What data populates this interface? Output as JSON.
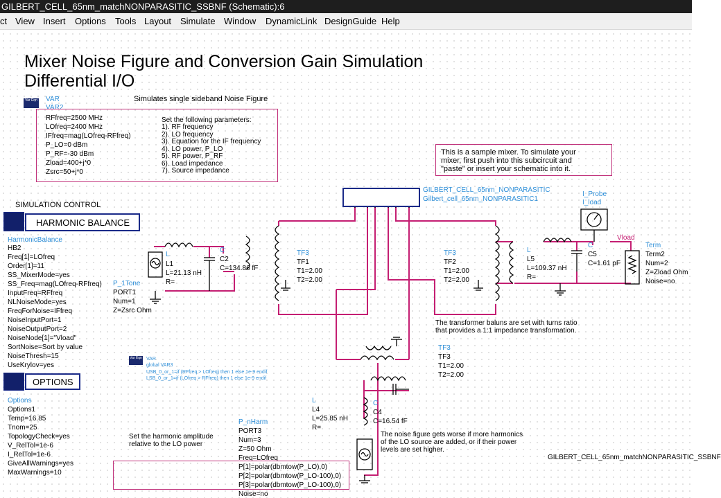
{
  "window": {
    "title": "GILBERT_CELL_65nm_matchNONPARASITIC_SSBNF (Schematic):6"
  },
  "menu": [
    "ct",
    "View",
    "Insert",
    "Options",
    "Tools",
    "Layout",
    "Simulate",
    "Window",
    "DynamicLink",
    "DesignGuide",
    "Help"
  ],
  "heading": {
    "line1": "Mixer Noise Figure and Conversion Gain Simulation",
    "line2": "Differential I/O"
  },
  "subtitle": "Simulates single sideband Noise Figure",
  "var_block": {
    "badge": "Var Eqn",
    "type": "VAR",
    "name": "VAR2",
    "params": [
      "RFfreq=2500 MHz",
      "LOfreq=2400 MHz",
      "IFfreq=mag(LOfreq-RFfreq)",
      "P_LO=0  dBm",
      "P_RF=-30  dBm",
      "Zload=400+j*0",
      "Zsrc=50+j*0"
    ]
  },
  "param_notes": [
    "Set the following parameters:",
    "1).  RF frequency",
    "2).  LO frequency",
    "3).  Equation for the IF frequency",
    "4).  LO power, P_LO",
    "5).  RF power, P_RF",
    "6).  Load impedance",
    "7).  Source impedance"
  ],
  "sample_note": [
    "This is a sample mixer.  To simulate your",
    "mixer, first push into this subcircuit and",
    "\"paste\" or insert your schematic into it."
  ],
  "sim_control": {
    "label": "SIMULATION CONTROL",
    "hb_button": "HARMONIC BALANCE",
    "options_button": "OPTIONS"
  },
  "hb_block": {
    "type": "HarmonicBalance",
    "name": "HB2",
    "params": [
      "Freq[1]=LOfreq",
      "Order[1]=11",
      "SS_MixerMode=yes",
      "SS_Freq=mag(LOfreq-RFfreq)",
      "InputFreq=RFfreq",
      "NLNoiseMode=yes",
      "FreqForNoise=IFfreq",
      "NoiseInputPort=1",
      "NoiseOutputPort=2",
      "NoiseNode[1]=\"Vload\"",
      "SortNoise=Sort by value",
      "NoiseThresh=15",
      "UseKrylov=yes"
    ]
  },
  "options_block": {
    "type": "Options",
    "name": "Options1",
    "params": [
      "Temp=16.85",
      "Tnom=25",
      "TopologyCheck=yes",
      "V_RelTol=1e-6",
      "I_RelTol=1e-6",
      "GiveAllWarnings=yes",
      "MaxWarnings=10"
    ]
  },
  "global_var": {
    "badge": "Var Eqn",
    "type": "VAR",
    "name": "global VAR3",
    "params": [
      "USB_0_or_1=if (RFfreq > LOfreq) then 1 else 1e-9 endif",
      "LSB_0_or_1=if (LOfreq > RFfreq) then 1 else 1e-9 endif"
    ]
  },
  "subcircuit": {
    "name": "GILBERT_CELL_65nm_NONPARASITIC",
    "instance": "Gilbert_cell_65nm_NONPARASITIC1"
  },
  "probe": {
    "type": "I_Probe",
    "name": "I_load"
  },
  "vload_label": "Vload",
  "port1": {
    "type": "P_1Tone",
    "name": "PORT1",
    "params": [
      "Num=1",
      "Z=Zsrc Ohm"
    ]
  },
  "L1": {
    "type": "L",
    "name": "L1",
    "params": [
      "L=21.13 nH",
      "R="
    ]
  },
  "C2": {
    "type": "C",
    "name": "C2",
    "params": [
      "C=134.86 fF"
    ]
  },
  "TF1": {
    "type": "TF3",
    "name": "TF1",
    "params": [
      "T1=2.00",
      "T2=2.00"
    ]
  },
  "TF2": {
    "type": "TF3",
    "name": "TF2",
    "params": [
      "T1=2.00",
      "T2=2.00"
    ]
  },
  "TF3": {
    "type": "TF3",
    "name": "TF3",
    "params": [
      "T1=2.00",
      "T2=2.00"
    ]
  },
  "L5": {
    "type": "L",
    "name": "L5",
    "params": [
      "L=109.37 nH",
      "R="
    ]
  },
  "C5": {
    "type": "C",
    "name": "C5",
    "params": [
      "C=1.61 pF"
    ]
  },
  "term2": {
    "type": "Term",
    "name": "Term2",
    "params": [
      "Num=2",
      "Z=Zload Ohm",
      "Noise=no"
    ]
  },
  "balun_note": [
    "The transformer baluns are set with turns ratio",
    "that provides a 1:1 impedance transformation."
  ],
  "L4": {
    "type": "L",
    "name": "L4",
    "params": [
      "L=25.85 nH",
      "R="
    ]
  },
  "C4": {
    "type": "C",
    "name": "C4",
    "params": [
      "C=16.54 fF"
    ]
  },
  "harm_note": [
    "Set the harmonic amplitude",
    "relative to the LO power"
  ],
  "port3": {
    "type": "P_nHarm",
    "name": "PORT3",
    "params": [
      "Num=3",
      "Z=50 Ohm",
      "Freq=LOfreq",
      "P[1]=polar(dbmtow(P_LO),0)",
      "P[2]=polar(dbmtow(P_LO-100),0)",
      "P[3]=polar(dbmtow(P_LO-100),0)",
      "Noise=no"
    ]
  },
  "lo_note": [
    "The noise figure gets worse if more harmonics",
    "of the LO source are added, or if their power",
    "levels are set higher."
  ],
  "footer_label": "GILBERT_CELL_65nm_matchNONPARASITIC_SSBNF"
}
